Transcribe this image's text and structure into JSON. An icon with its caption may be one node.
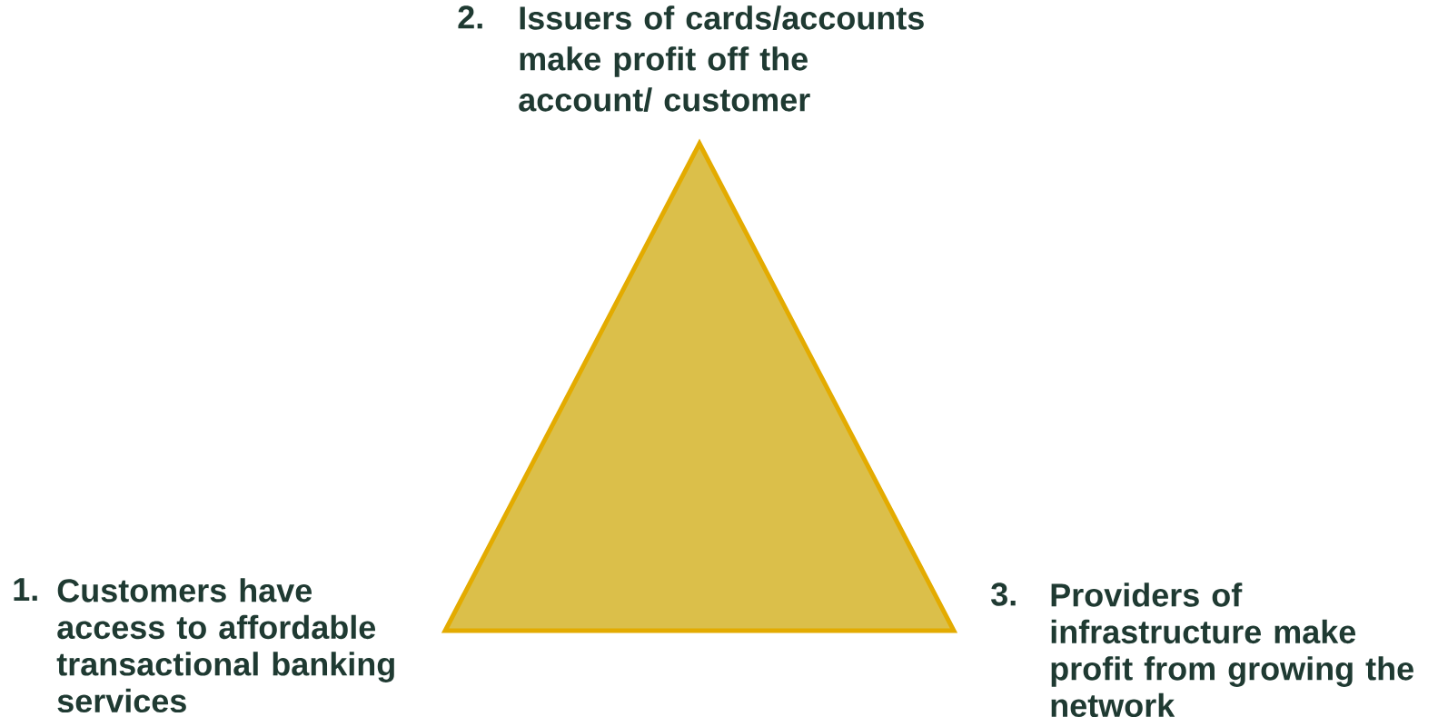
{
  "diagram": {
    "nodes": [
      {
        "text": [],
        "shape": "triangle"
      }
    ],
    "labels": [
      "2.",
      "Issuers of cards/accounts make profit off the account/ customer",
      "1.",
      "Customers have access to affordable transactional banking services",
      "3.",
      "Providers of infrastructure make profit from growing the network"
    ]
  }
}
